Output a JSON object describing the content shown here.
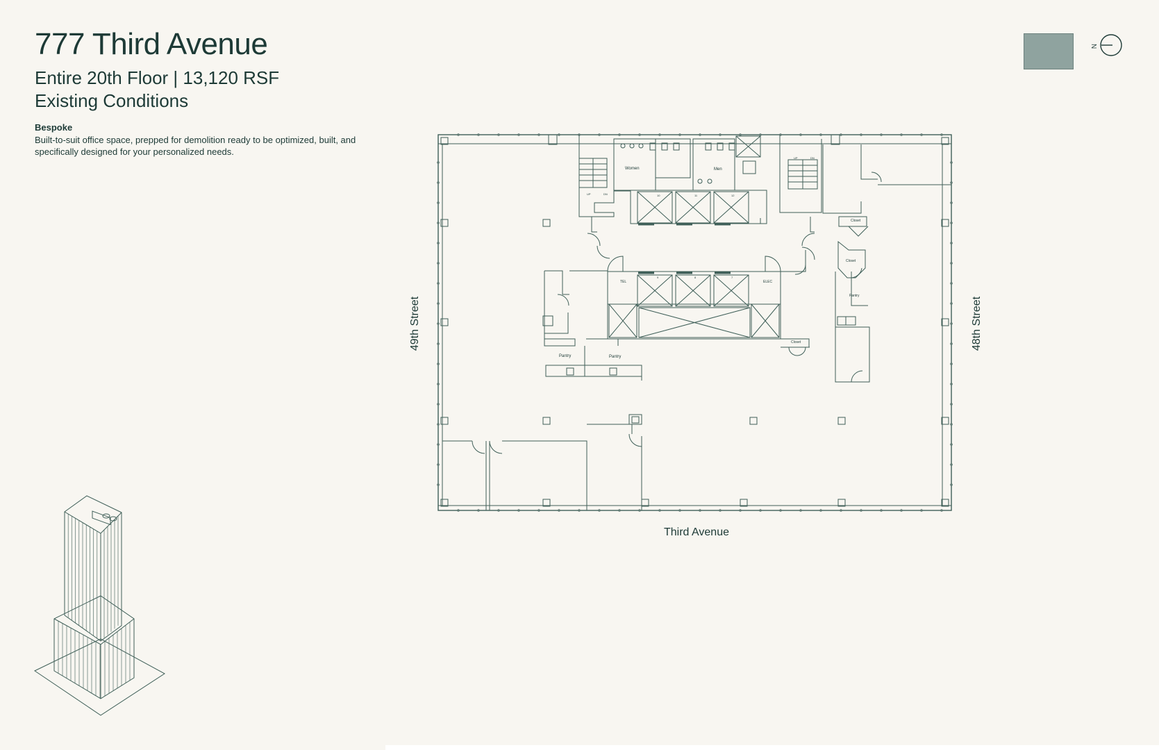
{
  "header": {
    "title": "777 Third Avenue",
    "subtitle_line1": "Entire 20th Floor  |  13,120 RSF",
    "subtitle_line2": "Existing Conditions"
  },
  "description": {
    "heading": "Bespoke",
    "body": "Built-to-suit office space, prepped for demolition ready to be optimized, built, and specifically designed for your personalized needs."
  },
  "legend": {
    "swatch_color": "#8fa39f"
  },
  "compass": {
    "letter": "N"
  },
  "streets": {
    "west": "49th Street",
    "east": "48th Street",
    "south": "Third Avenue"
  },
  "rooms": {
    "women": "Women",
    "men": "Men",
    "closet_1": "Closet",
    "closet_2": "Closet",
    "closet_3": "Closet",
    "pantry_1": "Pantry",
    "pantry_2": "Pantry",
    "pantry_3": "Pantry",
    "tel": "TEL",
    "elec": "ELEC",
    "stair_up_1": "UP",
    "stair_dn_1": "DN",
    "stair_up_2": "UP",
    "stair_dn_2": "DN"
  },
  "elevators": {
    "upper": [
      "10",
      "11",
      "12"
    ],
    "lower": [
      "9",
      "8",
      "7"
    ]
  },
  "colors": {
    "line": "#3f5f58",
    "text": "#1d3a36",
    "background": "#f8f6f1"
  }
}
